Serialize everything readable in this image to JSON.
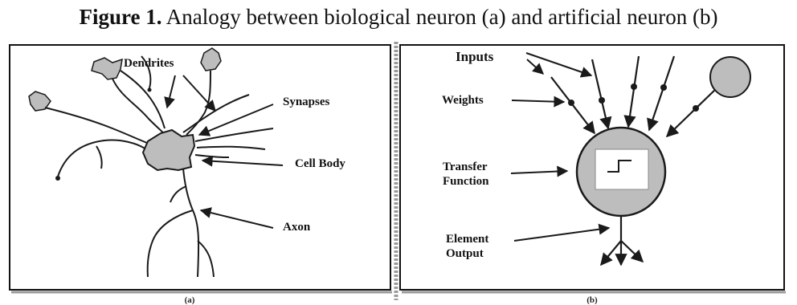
{
  "caption": {
    "prefix": "Figure 1.",
    "text": " Analogy between biological neuron (a) and artificial neuron (b)"
  },
  "panel_a": {
    "sublabel": "(a)",
    "labels": {
      "dendrites": "Dendrites",
      "synapses": "Synapses",
      "cell_body": "Cell Body",
      "axon": "Axon"
    }
  },
  "panel_b": {
    "sublabel": "(b)",
    "labels": {
      "inputs": "Inputs",
      "weights": "Weights",
      "transfer_line1": "Transfer",
      "transfer_line2": "Function",
      "output_line1": "Element",
      "output_line2": "Output"
    }
  },
  "colors": {
    "cell_fill": "#bdbdbd",
    "stroke": "#1a1a1a",
    "divider": "#9a9a9a"
  }
}
